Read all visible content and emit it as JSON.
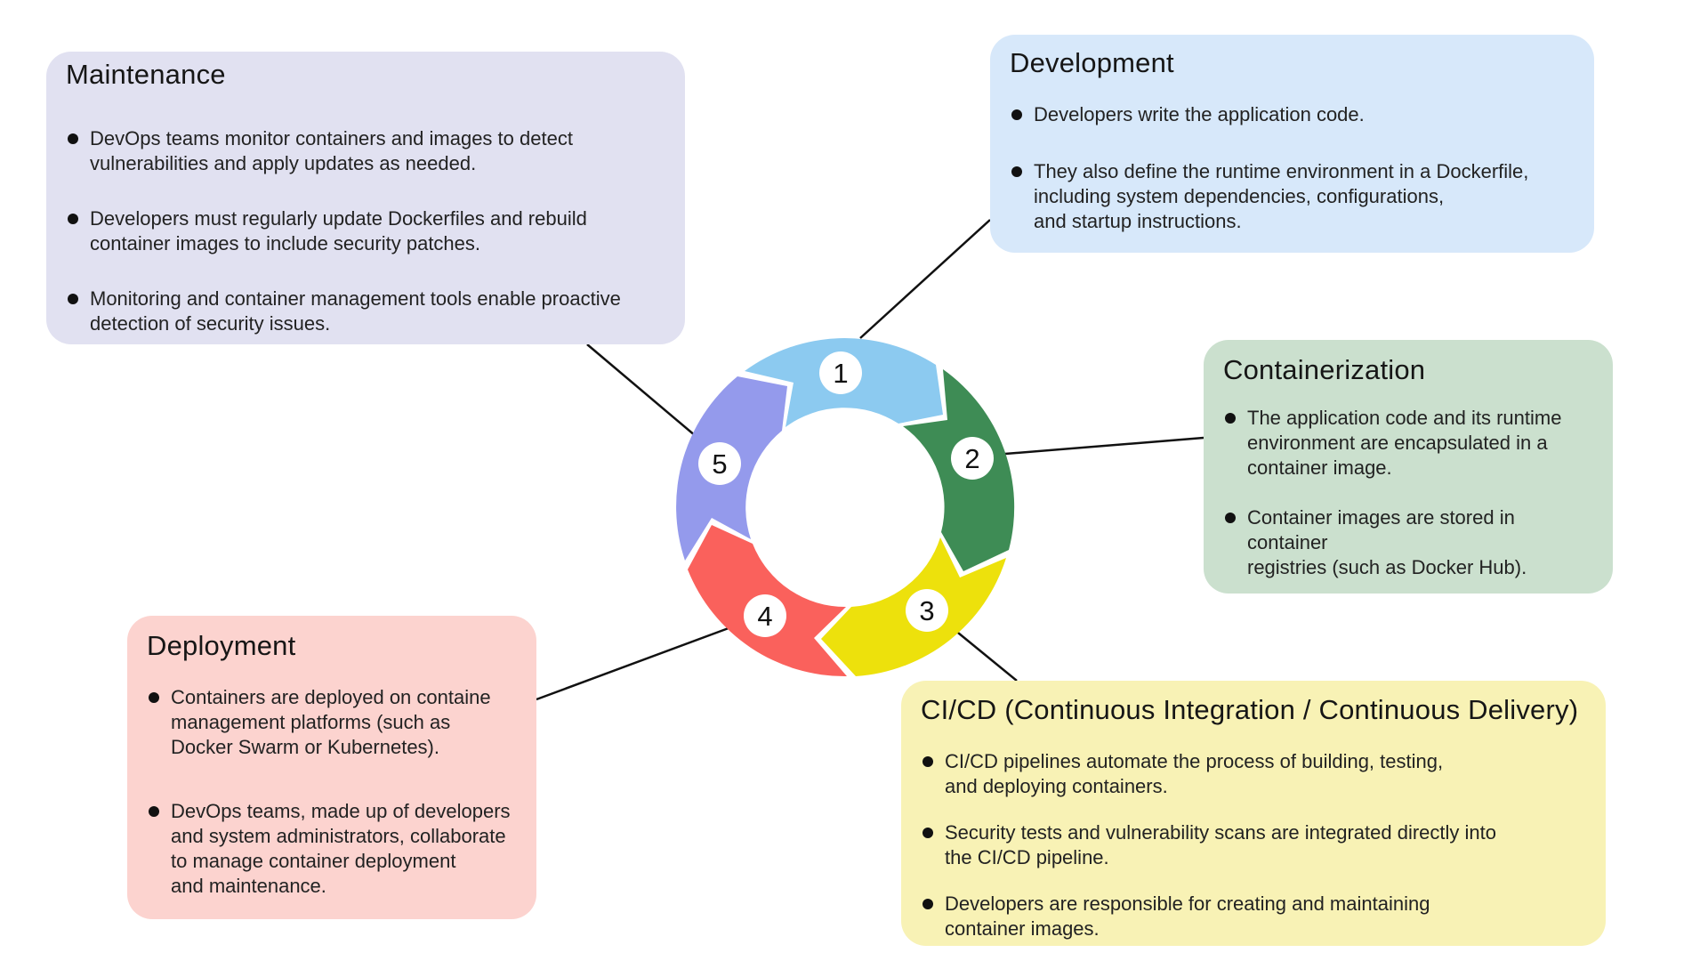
{
  "page_bg": "#FFFFFF",
  "cards": {
    "maintenance": {
      "title": "Maintenance",
      "bg": "#E1E1F1",
      "bullets": [
        "DevOps teams monitor containers and images to detect\nvulnerabilities and apply updates as needed.",
        "Developers must regularly update Dockerfiles and rebuild\ncontainer images to include security patches.",
        "Monitoring and container management tools enable proactive\ndetection of security issues."
      ]
    },
    "development": {
      "title": "Development",
      "bg": "#D7E8FA",
      "bullets": [
        "Developers write the application code.",
        "They also define the runtime environment in a Dockerfile,\nincluding system dependencies, configurations,\nand startup instructions."
      ]
    },
    "containerization": {
      "title": "Containerization",
      "bg": "#CBE0CE",
      "bullets": [
        "The application code and its runtime\nenvironment are encapsulated in a\ncontainer image.",
        "Container images are stored in container\nregistries (such as Docker Hub)."
      ]
    },
    "cicd": {
      "title": "CI/CD (Continuous Integration / Continuous Delivery)",
      "bg": "#F8F2B5",
      "bullets": [
        "CI/CD pipelines automate the process of building, testing,\nand deploying containers.",
        "Security tests and vulnerability scans are integrated directly into\nthe CI/CD pipeline.",
        "Developers are responsible for creating and maintaining\ncontainer images."
      ]
    },
    "deployment": {
      "title": "Deployment",
      "bg": "#FCD3CF",
      "bullets": [
        "Containers are deployed on containe\nmanagement platforms (such as\nDocker Swarm or Kubernetes).",
        "DevOps teams, made up of developers\nand system administrators, collaborate\nto manage container deployment\nand maintenance."
      ]
    }
  },
  "cycle": {
    "segments": [
      {
        "number": "1",
        "color": "#8CCAF0"
      },
      {
        "number": "2",
        "color": "#3E8C55"
      },
      {
        "number": "3",
        "color": "#EDE10C"
      },
      {
        "number": "4",
        "color": "#FA615C"
      },
      {
        "number": "5",
        "color": "#949AEC"
      }
    ],
    "badge_bg": "#FFFFFF",
    "number_color": "#111111",
    "connector_color": "#111111"
  }
}
